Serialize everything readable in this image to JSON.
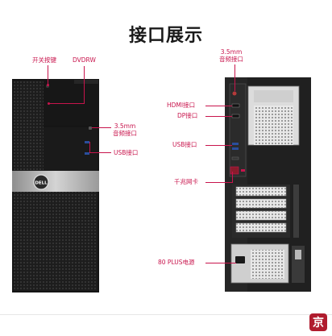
{
  "title": "接口展示",
  "front": {
    "labels": {
      "power": "开关按键",
      "dvd": "DVDRW",
      "audio_line1": "3.5mm",
      "audio_line2": "音频接口",
      "usb": "USB接口"
    }
  },
  "rear": {
    "labels": {
      "audio_line1": "3.5mm",
      "audio_line2": "音频接口",
      "hdmi": "HDMI接口",
      "dp": "DP接口",
      "usb": "USB接口",
      "lan": "千兆网卡",
      "psu": "80 PLUS电源"
    }
  },
  "brand": "DELL",
  "corner_logo": "京",
  "colors": {
    "accent": "#c8144c",
    "chassis": "#1b1b1b",
    "silver": "#b4b4b4"
  }
}
